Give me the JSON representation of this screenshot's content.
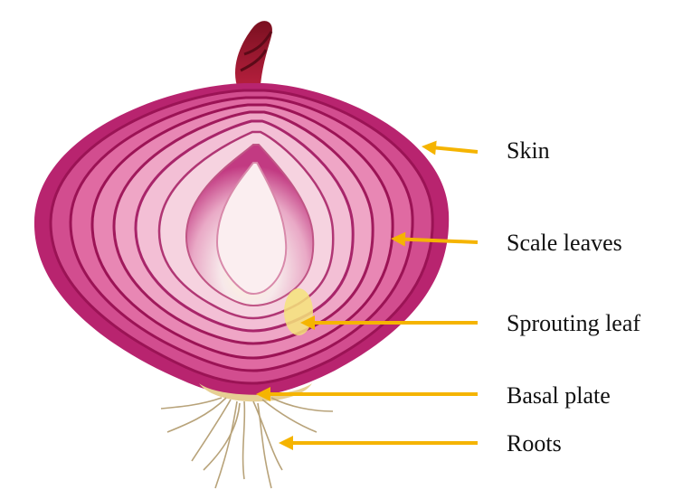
{
  "diagram": {
    "labels": [
      {
        "id": "skin",
        "text": "Skin"
      },
      {
        "id": "scale-leaves",
        "text": "Scale leaves"
      },
      {
        "id": "sprouting-leaf",
        "text": "Sprouting leaf"
      },
      {
        "id": "basal-plate",
        "text": "Basal plate"
      },
      {
        "id": "roots",
        "text": "Roots"
      }
    ],
    "arrow_color": "#F5B400"
  }
}
